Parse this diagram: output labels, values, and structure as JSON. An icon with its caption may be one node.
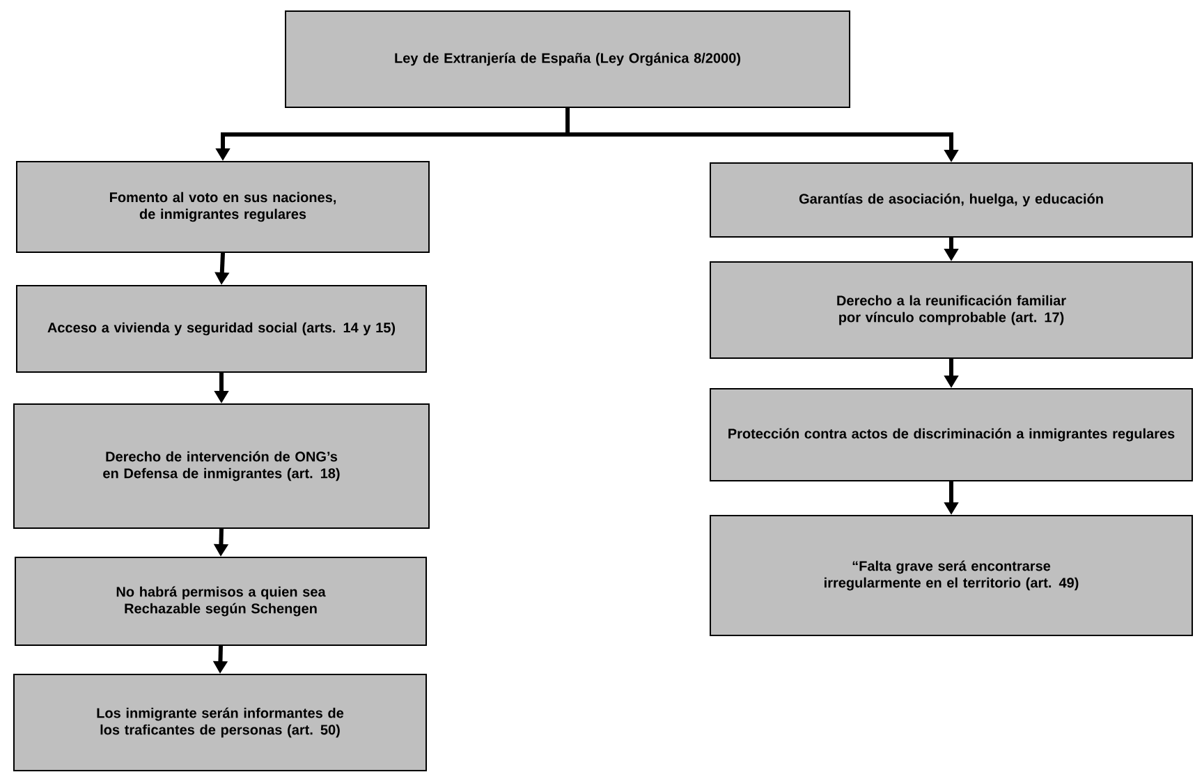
{
  "diagram": {
    "nodes": [
      {
        "text": [
          "Ley de Extranjería de España (Ley Orgánica 8/2000)"
        ]
      },
      {
        "text": [
          "Fomento al voto en sus naciones, de inmigrantes regulares"
        ]
      },
      {
        "text": [
          "Acceso a vivienda y seguridad social (arts. 14 y 15)"
        ]
      },
      {
        "text": [
          "Derecho de intervención de ONG’s en Defensa de inmigrantes (art. 18)"
        ]
      },
      {
        "text": [
          "No habrá permisos a quien sea Rechazable según Schengen"
        ]
      },
      {
        "text": [
          "Los inmigrante serán informantes de los traficantes de personas (art. 50)"
        ]
      },
      {
        "text": [
          "Garantías de asociación, huelga, y educación"
        ]
      },
      {
        "text": [
          "Derecho a la reunificación familiar por vínculo comprobable (art. 17)"
        ]
      },
      {
        "text": [
          "Protección contra actos de discriminación a inmigrantes regulares"
        ]
      },
      {
        "text": [
          "“Falta grave será encontrarse irregularmente en el territorio (art. 49)"
        ]
      }
    ],
    "edges": [
      {
        "from": 0,
        "to": 1,
        "arrow": "to"
      },
      {
        "from": 0,
        "to": 6,
        "arrow": "to"
      },
      {
        "from": 1,
        "to": 2,
        "arrow": "to"
      },
      {
        "from": 2,
        "to": 3,
        "arrow": "to"
      },
      {
        "from": 3,
        "to": 4,
        "arrow": "to"
      },
      {
        "from": 4,
        "to": 5,
        "arrow": "to"
      },
      {
        "from": 6,
        "to": 7,
        "arrow": "to"
      },
      {
        "from": 7,
        "to": 8,
        "arrow": "to"
      },
      {
        "from": 8,
        "to": 9,
        "arrow": "to"
      }
    ]
  }
}
